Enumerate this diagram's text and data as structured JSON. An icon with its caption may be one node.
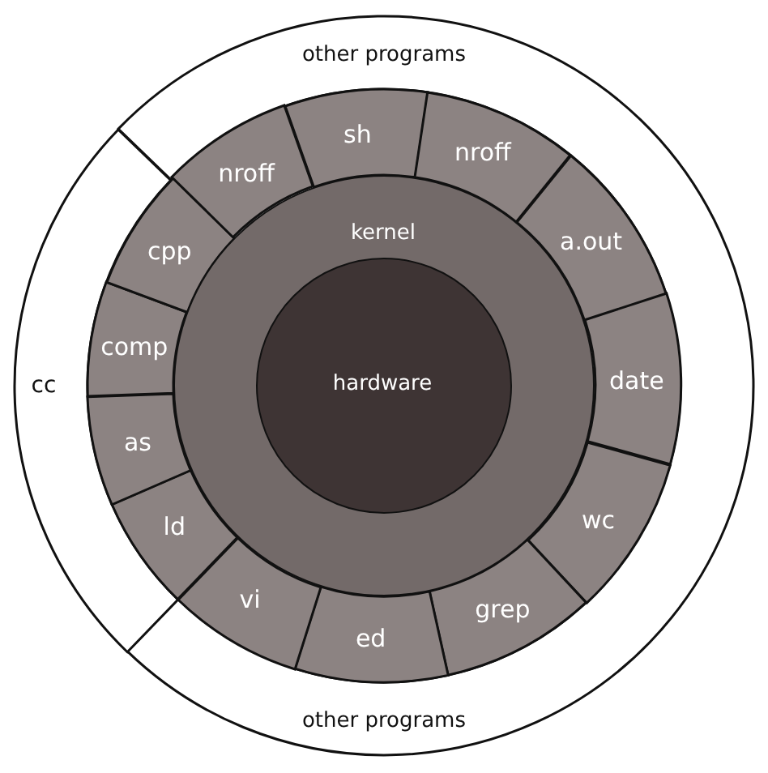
{
  "diagram": {
    "nodes": [
      {
        "text": [
          "other programs",
          "other programs"
        ]
      },
      {
        "text": [
          "cc"
        ]
      },
      {
        "text": [
          "sh"
        ]
      },
      {
        "text": [
          "nroff"
        ]
      },
      {
        "text": [
          "a.out"
        ]
      },
      {
        "text": [
          "date"
        ]
      },
      {
        "text": [
          "wc"
        ]
      },
      {
        "text": [
          "grep"
        ]
      },
      {
        "text": [
          "ed"
        ]
      },
      {
        "text": [
          "vi"
        ]
      },
      {
        "text": [
          "ld"
        ]
      },
      {
        "text": [
          "as"
        ]
      },
      {
        "text": [
          "comp"
        ]
      },
      {
        "text": [
          "cpp"
        ]
      },
      {
        "text": [
          "nroff"
        ]
      },
      {
        "text": [
          "kernel"
        ]
      },
      {
        "text": [
          "hardware"
        ],
        "in": 15
      }
    ]
  }
}
